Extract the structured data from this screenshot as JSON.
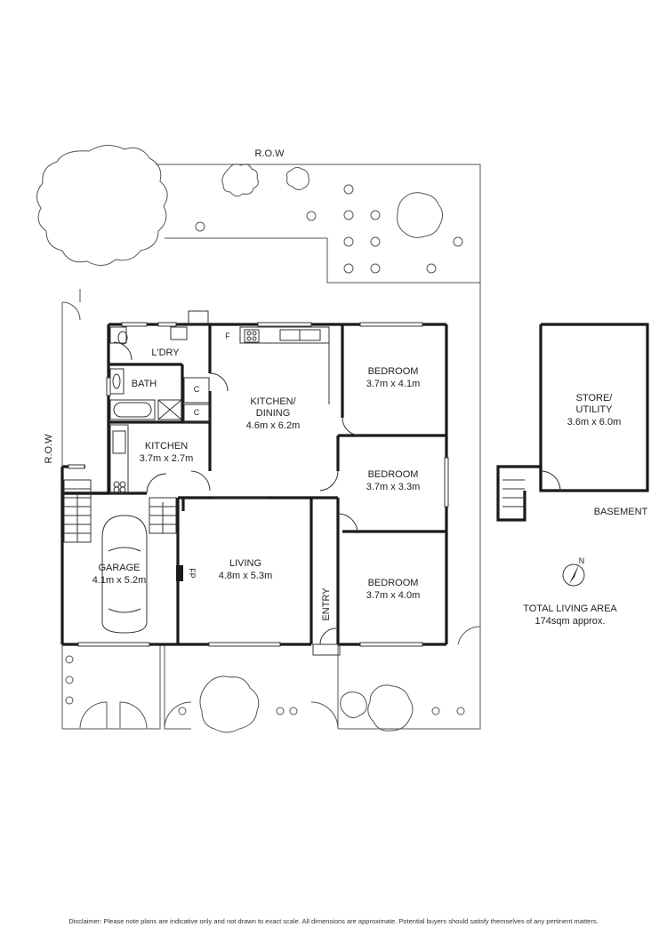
{
  "site": {
    "row_top": "R.O.W",
    "row_left": "R.O.W"
  },
  "rooms": {
    "laundry": "L'DRY",
    "bath": "BATH",
    "cupboard_1": "C",
    "cupboard_2": "C",
    "fridge": "F",
    "kitchen_dining": {
      "name_line1": "KITCHEN/",
      "name_line2": "DINING",
      "size": "4.6m x 6.2m"
    },
    "kitchen": {
      "name": "KITCHEN",
      "size": "3.7m x 2.7m"
    },
    "bedroom_1": {
      "name": "BEDROOM",
      "size": "3.7m x 4.1m"
    },
    "bedroom_2": {
      "name": "BEDROOM",
      "size": "3.7m x 3.3m"
    },
    "bedroom_3": {
      "name": "BEDROOM",
      "size": "3.7m x 4.0m"
    },
    "garage": {
      "name": "GARAGE",
      "size": "4.1m x 5.2m"
    },
    "living": {
      "name": "LIVING",
      "size": "4.8m x 5.3m"
    },
    "fireplace": "FP",
    "entry": "ENTRY",
    "store": {
      "name_line1": "STORE/",
      "name_line2": "UTILITY",
      "size": "3.6m x 6.0m"
    }
  },
  "basement_label": "BASEMENT",
  "compass_label": "N",
  "total_area": {
    "label": "TOTAL LIVING AREA",
    "value": "174sqm approx."
  },
  "disclaimer": "Disclaimer: Please note plans are indicative only and not drawn to exact scale. All dimensions are approximate. Potential buyers should satisfy themselves of any pertinent matters."
}
